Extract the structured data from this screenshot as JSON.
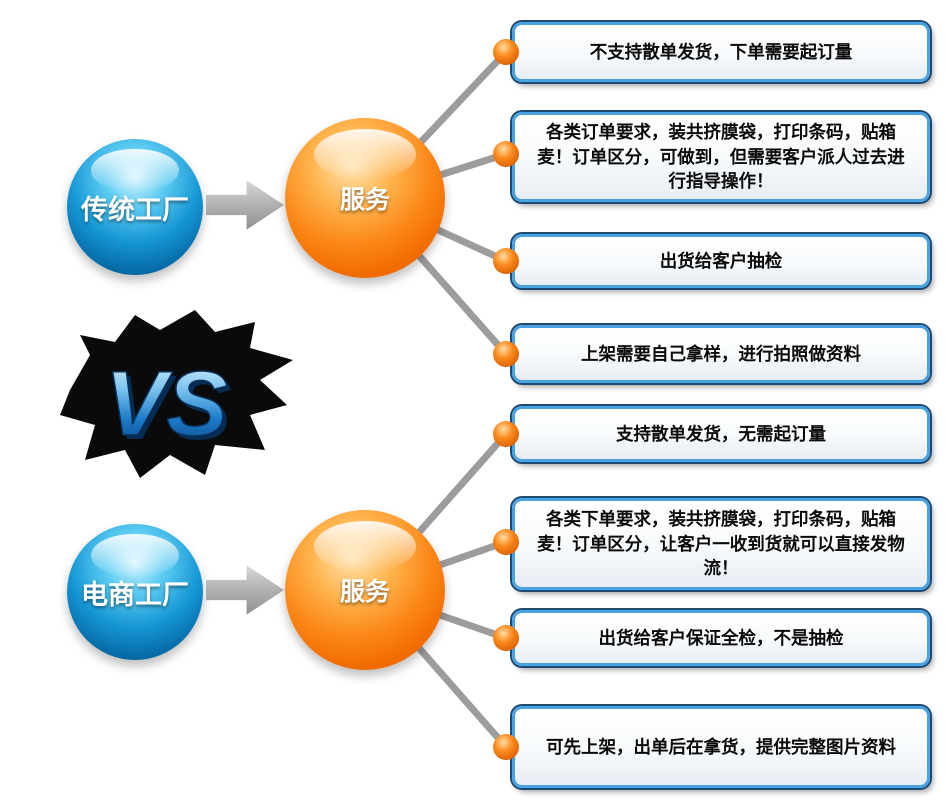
{
  "colors": {
    "orange": "#f26c00",
    "sphere-blue": "#1596d4",
    "box-border": "#4aa2e2",
    "line-gray": "#9c9c9c"
  },
  "diagram": {
    "vs_label": "VS",
    "traditional": {
      "factory_label": "传统工厂",
      "service_label": "服务",
      "boxes": [
        "不支持散单发货，下单需要起订量",
        "各类订单要求，装共挤膜袋，打印条码，贴箱麦！订单区分，可做到，但需要客户派人过去进行指导操作！",
        "出货给客户抽检",
        "上架需要自己拿样，进行拍照做资料"
      ]
    },
    "ecommerce": {
      "factory_label": "电商工厂",
      "service_label": "服务",
      "boxes": [
        "支持散单发货，无需起订量",
        "各类下单要求，装共挤膜袋，打印条码，贴箱麦！订单区分，让客户一收到货就可以直接发物流！",
        "出货给客户保证全检，不是抽检",
        "可先上架，出单后在拿货，提供完整图片资料"
      ]
    }
  }
}
